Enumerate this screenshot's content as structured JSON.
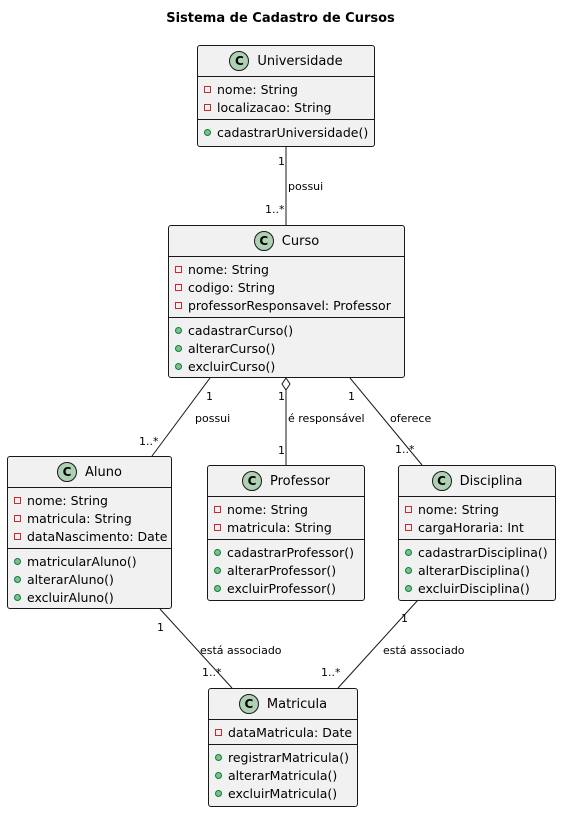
{
  "title": "Sistema de Cadastro de Cursos",
  "classes": {
    "universidade": {
      "name": "Universidade",
      "attributes": [
        "nome: String",
        "localizacao: String"
      ],
      "methods": [
        "cadastrarUniversidade()"
      ]
    },
    "curso": {
      "name": "Curso",
      "attributes": [
        "nome: String",
        "codigo: String",
        "professorResponsavel: Professor"
      ],
      "methods": [
        "cadastrarCurso()",
        "alterarCurso()",
        "excluirCurso()"
      ]
    },
    "aluno": {
      "name": "Aluno",
      "attributes": [
        "nome: String",
        "matricula: String",
        "dataNascimento: Date"
      ],
      "methods": [
        "matricularAluno()",
        "alterarAluno()",
        "excluirAluno()"
      ]
    },
    "professor": {
      "name": "Professor",
      "attributes": [
        "nome: String",
        "matricula: String"
      ],
      "methods": [
        "cadastrarProfessor()",
        "alterarProfessor()",
        "excluirProfessor()"
      ]
    },
    "disciplina": {
      "name": "Disciplina",
      "attributes": [
        "nome: String",
        "cargaHoraria: Int"
      ],
      "methods": [
        "cadastrarDisciplina()",
        "alterarDisciplina()",
        "excluirDisciplina()"
      ]
    },
    "matricula": {
      "name": "Matricula",
      "attributes": [
        "dataMatricula: Date"
      ],
      "methods": [
        "registrarMatricula()",
        "alterarMatricula()",
        "excluirMatricula()"
      ]
    }
  },
  "class_badge": "C",
  "relations": {
    "univ_curso": {
      "label": "possui",
      "from_mult": "1",
      "to_mult": "1..*"
    },
    "curso_aluno": {
      "label": "possui",
      "from_mult": "1",
      "to_mult": "1..*"
    },
    "curso_prof": {
      "label": "é responsável",
      "from_mult": "1",
      "to_mult": "1"
    },
    "curso_disc": {
      "label": "oferece",
      "from_mult": "1",
      "to_mult": "1..*"
    },
    "aluno_mat": {
      "label": "está associado",
      "from_mult": "1",
      "to_mult": "1..*"
    },
    "disc_mat": {
      "label": "está associado",
      "from_mult": "1",
      "to_mult": "1..*"
    }
  }
}
